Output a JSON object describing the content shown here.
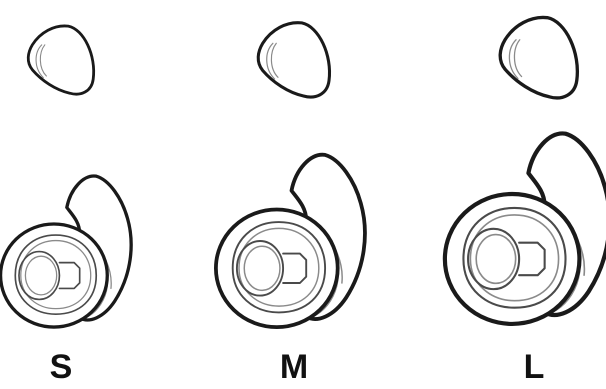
{
  "sizes": [
    {
      "label": "S"
    },
    {
      "label": "M"
    },
    {
      "label": "L"
    }
  ]
}
